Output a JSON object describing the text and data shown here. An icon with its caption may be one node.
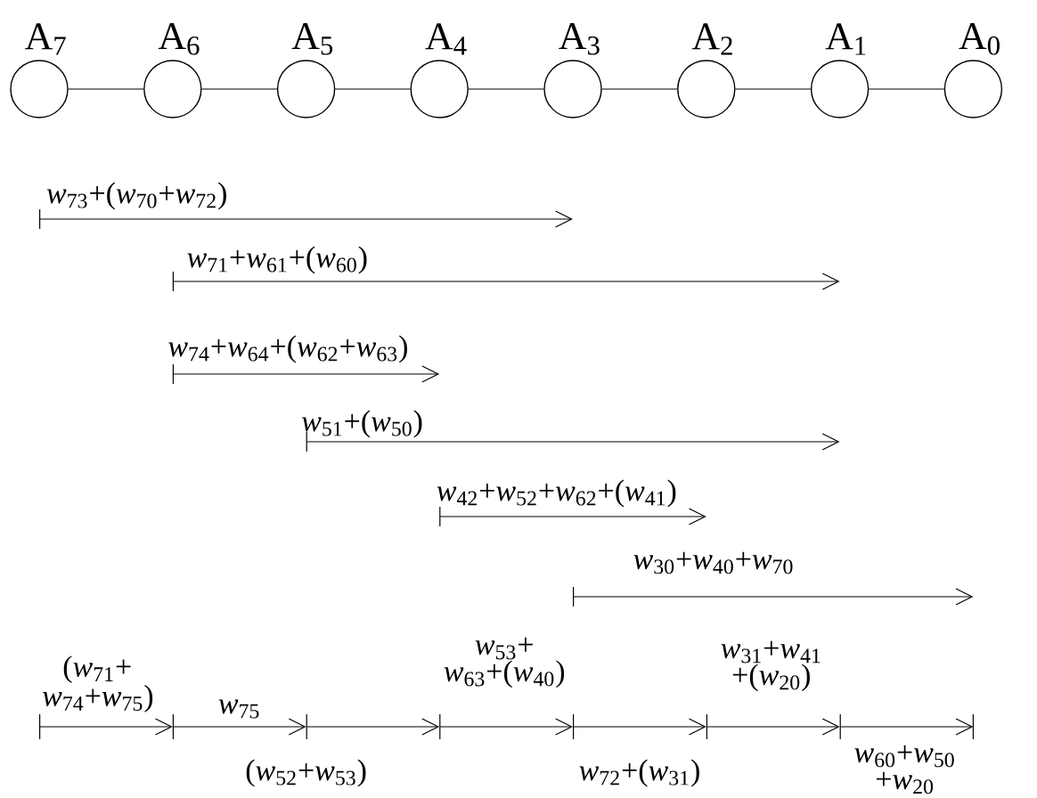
{
  "diagram": {
    "nodes": [
      {
        "text": [
          "A$_{7}$"
        ]
      },
      {
        "text": [
          "A$_{6}$"
        ]
      },
      {
        "text": [
          "A$_{5}$"
        ]
      },
      {
        "text": [
          "A$_{4}$"
        ]
      },
      {
        "text": [
          "A$_{3}$"
        ]
      },
      {
        "text": [
          "A$_{2}$"
        ]
      },
      {
        "text": [
          "A$_{1}$"
        ]
      },
      {
        "text": [
          "A$_{0}$"
        ]
      }
    ],
    "edges": [
      {
        "from": 0,
        "to": 1,
        "arrow": "none"
      },
      {
        "from": 1,
        "to": 2,
        "arrow": "none"
      },
      {
        "from": 2,
        "to": 3,
        "arrow": "none"
      },
      {
        "from": 3,
        "to": 4,
        "arrow": "none"
      },
      {
        "from": 4,
        "to": 5,
        "arrow": "none"
      },
      {
        "from": 5,
        "to": 6,
        "arrow": "none"
      },
      {
        "from": 6,
        "to": 7,
        "arrow": "none"
      }
    ],
    "labels": [
      "*w*$_{73}$+(*w*$_{70}$+*w*$_{72}$)",
      "*w*$_{71}$+*w*$_{61}$+(*w*$_{60}$)",
      "*w*$_{74}$+*w*$_{64}$+(*w*$_{62}$+*w*$_{63}$)",
      "*w*$_{51}$+(*w*$_{50}$)",
      "*w*$_{42}$+*w*$_{52}$+*w*$_{62}$+(*w*$_{41}$)",
      "*w*$_{30}$+*w*$_{40}$+*w*$_{70}$",
      "(*w*$_{71}$+ *w*$_{74}$+*w*$_{75}$)",
      "*w*$_{75}$",
      "(*w*$_{52}$+*w*$_{53}$)",
      "*w*$_{53}$+ *w*$_{63}$+(*w*$_{40}$)",
      "*w*$_{72}$+(*w*$_{31}$)",
      "*w*$_{31}$+*w*$_{41}$ +(*w*$_{20}$)",
      "*w*$_{60}$+*w*$_{50}$ +*w*$_{20}$"
    ]
  }
}
